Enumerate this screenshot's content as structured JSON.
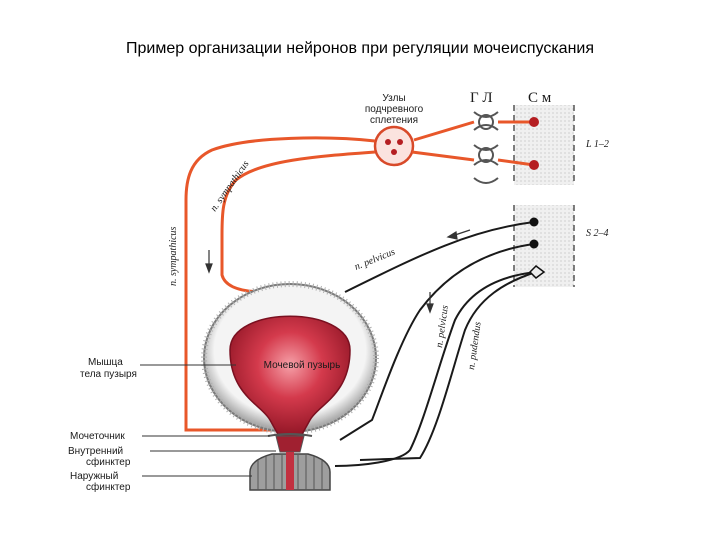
{
  "title": "Пример организации нейронов при регуляции мочеиспускания",
  "labels": {
    "plexus_line1": "Узлы",
    "plexus_line2": "подчревного",
    "plexus_line3": "сплетения",
    "gl": "Г Л",
    "sm": "С м",
    "l12": "L 1–2",
    "s24": "S 2–4",
    "symp_inner": "n. sympathicus",
    "symp_outer": "n. sympathicus",
    "pelvicus_top": "n. pelvicus",
    "pelvicus_side": "n. pelvicus",
    "pudendus": "n. pudendus",
    "bladder": "Мочевой пузырь",
    "muscle_line1": "Мышца",
    "muscle_line2": "тела пузыря",
    "ureter": "Мочеточник",
    "inner_line1": "Внутренний",
    "inner_line2": "сфинктер",
    "outer_line1": "Наружный",
    "outer_line2": "сфинктер"
  },
  "colors": {
    "sympathetic": "#e8572a",
    "parasympathetic": "#1a1a1a",
    "bladder_inner": "#c4283a",
    "bladder_wall": "#9a9a9a",
    "spinal_segment": "#ececec"
  }
}
